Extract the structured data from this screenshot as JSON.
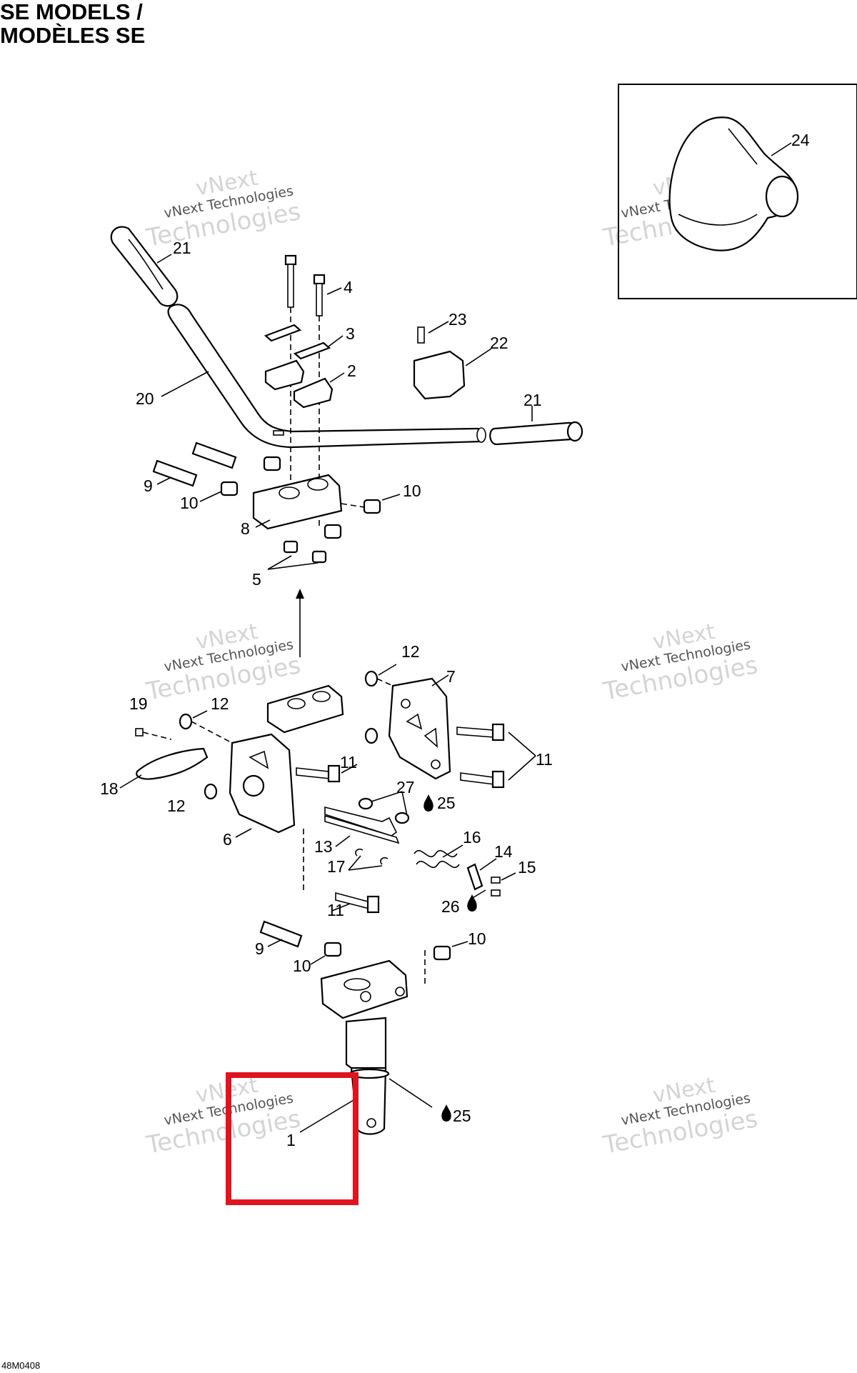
{
  "title": {
    "line1": "SE MODELS /",
    "line2": "MODÈLES SE"
  },
  "footer": {
    "code": "48M0408"
  },
  "watermark": {
    "line1": "vNext",
    "line2": "vNext Technologies",
    "line3": "Technologies"
  },
  "callouts": [
    {
      "id": "c-24",
      "text": "24"
    },
    {
      "id": "c-21a",
      "text": "21"
    },
    {
      "id": "c-4",
      "text": "4"
    },
    {
      "id": "c-3",
      "text": "3"
    },
    {
      "id": "c-2",
      "text": "2"
    },
    {
      "id": "c-23",
      "text": "23"
    },
    {
      "id": "c-22",
      "text": "22"
    },
    {
      "id": "c-20",
      "text": "20"
    },
    {
      "id": "c-21b",
      "text": "21"
    },
    {
      "id": "c-9a",
      "text": "9"
    },
    {
      "id": "c-10a",
      "text": "10"
    },
    {
      "id": "c-10b",
      "text": "10"
    },
    {
      "id": "c-8",
      "text": "8"
    },
    {
      "id": "c-5",
      "text": "5"
    },
    {
      "id": "c-12a",
      "text": "12"
    },
    {
      "id": "c-7",
      "text": "7"
    },
    {
      "id": "c-19",
      "text": "19"
    },
    {
      "id": "c-12b",
      "text": "12"
    },
    {
      "id": "c-11a",
      "text": "11"
    },
    {
      "id": "c-11b",
      "text": "11"
    },
    {
      "id": "c-18",
      "text": "18"
    },
    {
      "id": "c-27",
      "text": "27"
    },
    {
      "id": "c-25a",
      "text": "25"
    },
    {
      "id": "c-12c",
      "text": "12"
    },
    {
      "id": "c-6",
      "text": "6"
    },
    {
      "id": "c-16",
      "text": "16"
    },
    {
      "id": "c-13",
      "text": "13"
    },
    {
      "id": "c-14",
      "text": "14"
    },
    {
      "id": "c-17",
      "text": "17"
    },
    {
      "id": "c-15",
      "text": "15"
    },
    {
      "id": "c-26",
      "text": "26"
    },
    {
      "id": "c-11c",
      "text": "11"
    },
    {
      "id": "c-9b",
      "text": "9"
    },
    {
      "id": "c-10c",
      "text": "10"
    },
    {
      "id": "c-10d",
      "text": "10"
    },
    {
      "id": "c-25b",
      "text": "25"
    },
    {
      "id": "c-1",
      "text": "1"
    }
  ],
  "colors": {
    "highlight": "#e0141e",
    "ink": "#000000",
    "watermark": "#d4d4d4"
  }
}
